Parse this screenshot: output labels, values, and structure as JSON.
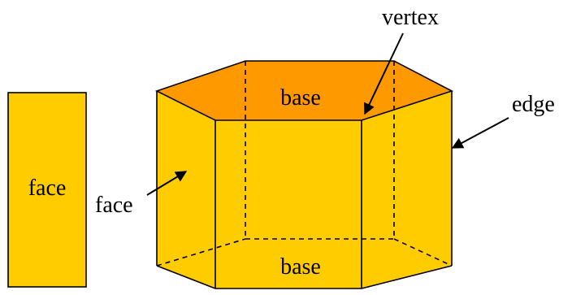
{
  "labels": {
    "face_left": "face",
    "face_prism": "face",
    "base_top": "base",
    "base_bottom": "base",
    "vertex": "vertex",
    "edge": "edge"
  },
  "colors": {
    "face_fill": "#ffcc00",
    "base_fill": "#ff9900",
    "outline": "#000000"
  }
}
